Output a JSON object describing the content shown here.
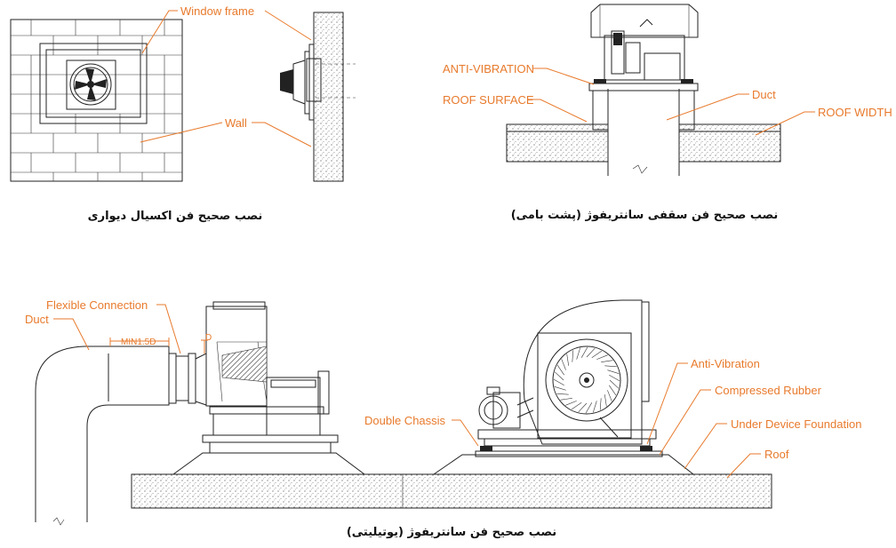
{
  "labels": {
    "window_frame": "Window frame",
    "wall": "Wall",
    "anti_vibration_caps": "ANTI-VIBRATION",
    "roof_surface": "ROOF SURFACE",
    "duct_top": "Duct",
    "roof_width": "ROOF WIDTH",
    "flexible_connection": "Flexible Connection",
    "duct_bottom": "Duct",
    "min_spacing": "MIN1.5D",
    "diameter": "D",
    "anti_vibration": "Anti-Vibration",
    "compressed_rubber": "Compressed Rubber",
    "double_chassis": "Double Chassis",
    "under_device_foundation": "Under Device Foundation",
    "roof": "Roof"
  },
  "captions": {
    "wall_axial": "نصب صحیح فن اکسیال دیواری",
    "roof_centrifugal": "نصب صحیح فن سقفی سانتریفوژ (پشت بامی)",
    "utility_centrifugal": "نصب صحیح فن سانتریفوژ (یوتیلیتی)"
  },
  "colors": {
    "label": "#e87a2c",
    "line": "#222222",
    "caption": "#111111"
  }
}
